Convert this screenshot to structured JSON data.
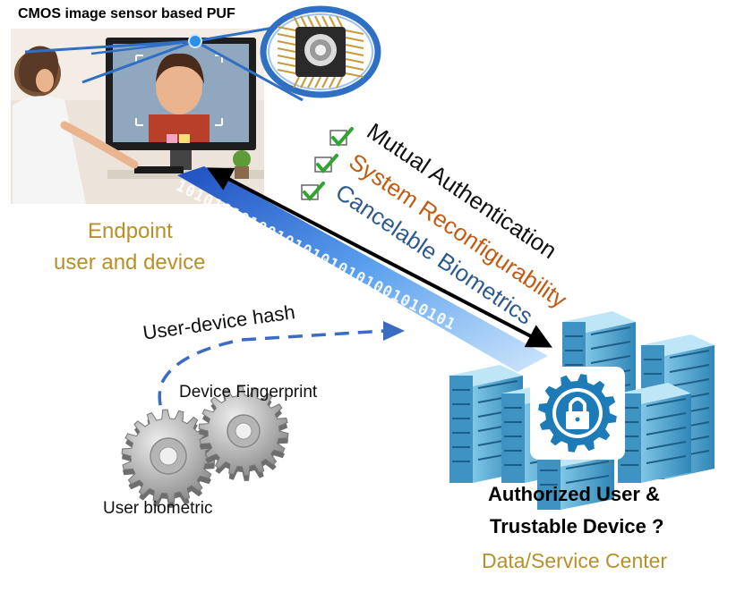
{
  "labels": {
    "puf_title": "CMOS image sensor based PUF",
    "endpoint_line1": "Endpoint",
    "endpoint_line2": "user and device",
    "hash": "User-device hash",
    "device_fingerprint": "Device Fingerprint",
    "user_biometric": "User biometric",
    "authorized_line1": "Authorized User &",
    "authorized_line2": "Trustable Device ?",
    "data_center": "Data/Service Center"
  },
  "features": [
    {
      "text": "Mutual Authentication",
      "color": "#111111"
    },
    {
      "text": "System Reconfigurability",
      "color": "#c35a12"
    },
    {
      "text": "Cancelable Biometrics",
      "color": "#2e5a8e"
    }
  ],
  "binary_stream": "1010101010010101010101001010101",
  "colors": {
    "accent_gold": "#b8902a",
    "blue": "#2f6fc4",
    "check_green": "#2fa52f"
  }
}
